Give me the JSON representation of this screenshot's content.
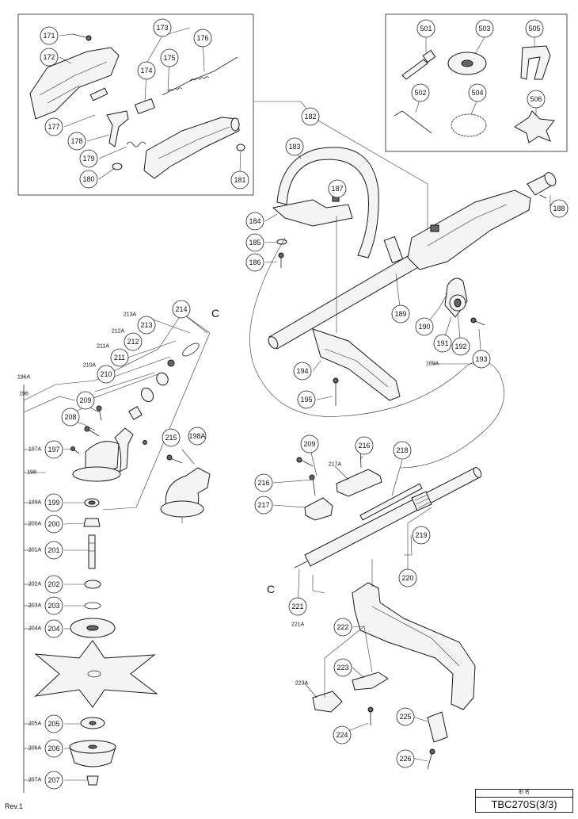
{
  "callouts": {
    "c171": "171",
    "c172": "172",
    "c173": "173",
    "c174": "174",
    "c175": "175",
    "c176": "176",
    "c177": "177",
    "c178": "178",
    "c179": "179",
    "c180": "180",
    "c181": "181",
    "c182": "182",
    "c183": "183",
    "c184": "184",
    "c185": "185",
    "c186": "186",
    "c187": "187",
    "c188": "188",
    "c189": "189",
    "c190": "190",
    "c191": "191",
    "c192": "192",
    "c193": "193",
    "c189a": "189A",
    "c194": "194",
    "c195": "195",
    "c196": "196",
    "c196a": "196A",
    "c197": "197",
    "c197a": "197A",
    "c198": "198",
    "c198a": "198A",
    "c199": "199",
    "c199a": "199A",
    "c200": "200",
    "c200a": "200A",
    "c201": "201",
    "c201a": "201A",
    "c202": "202",
    "c202a": "202A",
    "c203": "203",
    "c203a": "203A",
    "c204": "204",
    "c204a": "204A",
    "c205": "205",
    "c205a": "205A",
    "c206": "206",
    "c206a": "206A",
    "c207": "207",
    "c207a": "207A",
    "c208": "208",
    "c209": "209",
    "c210": "210",
    "c210a": "210A",
    "c211": "211",
    "c211a": "211A",
    "c212": "212",
    "c212a": "212A",
    "c213": "213",
    "c213a": "213A",
    "c214": "214",
    "c215": "215",
    "c209b": "209",
    "c216": "216",
    "c216b": "216",
    "c217": "217",
    "c217a": "217A",
    "c218": "218",
    "c219": "219",
    "c220": "220",
    "c221": "221",
    "c221a": "221A",
    "c222": "222",
    "c223": "223",
    "c223a": "223A",
    "c224": "224",
    "c225": "225",
    "c226": "226",
    "c501": "501",
    "c502": "502",
    "c503": "503",
    "c504": "504",
    "c505": "505",
    "c506": "506"
  },
  "labels": {
    "c_top": "C",
    "c_left": "C",
    "revision": "Rev.1"
  },
  "title_block": {
    "header": "形 名",
    "model": "TBC270S(3/3)"
  }
}
